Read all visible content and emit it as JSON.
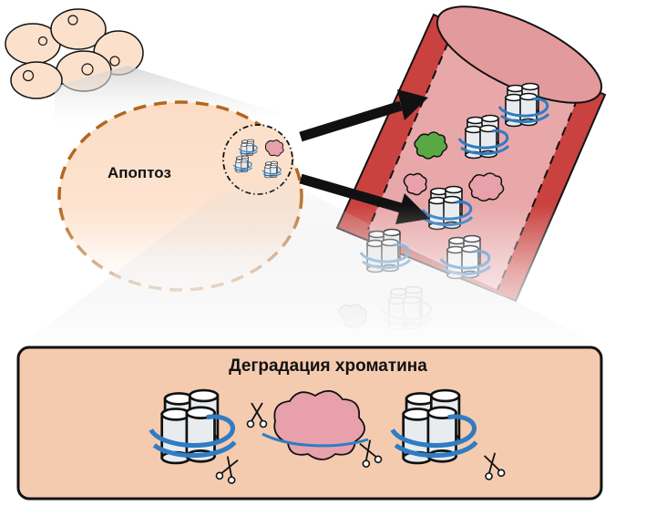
{
  "labels": {
    "apoptosis": "Апоптоз",
    "chromatin_degradation": "Деградация хроматина"
  },
  "icons": {
    "cell_cluster": "cell-cluster",
    "nucleus": "apoptotic-nucleus-icon",
    "vessel": "blood-vessel",
    "nucleosome": "nucleosome-icon",
    "protein": "protein-blob-icon",
    "scissors": "scissors-icon",
    "arrow": "arrow-icon"
  },
  "colors": {
    "vessel_wall": "#c9423f",
    "vessel_lumen": "#e8a8aa",
    "zoom_fill": "#fce0c8",
    "zoom_border": "#b4661c",
    "dna": "#2f7cc4",
    "protein_pink": "#e8a0ab",
    "protein_green": "#5aa845",
    "box_fill": "#f5cbb0"
  }
}
